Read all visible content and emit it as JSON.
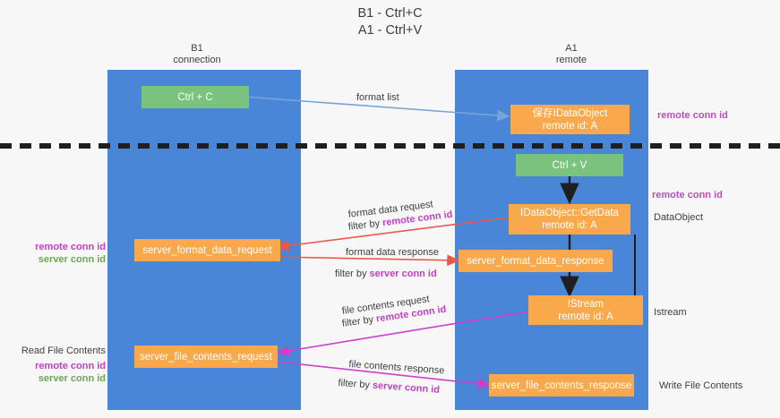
{
  "title": "B1 - Ctrl+C\nA1 - Ctrl+V",
  "colors": {
    "lane": "#4a86d8",
    "green_box": "#79c37f",
    "orange_box": "#f9a94b",
    "magenta": "#c13fc1",
    "green_text": "#6aa84f",
    "red_arrow": "#e8594a",
    "blue_arrow": "#76a5d8",
    "magenta_arrow": "#cc3fcc",
    "dashed_divider": "#1f1f1f",
    "background": "#f7f7f7"
  },
  "columns": {
    "left": {
      "header": "B1\nconnection"
    },
    "right": {
      "header": "A1\nremote"
    }
  },
  "boxes": {
    "ctrl_c": "Ctrl + C",
    "ctrl_v": "Ctrl + V",
    "save_dataobject": "保存IDataObject\nremote id: A",
    "idataobject_getdata": "IDataObject::GetData\nremote id: A",
    "istream": "IStream\nremote id: A",
    "server_format_data_request": "server_format_data_request",
    "server_format_data_response": "server_format_data_response",
    "server_file_contents_request": "server_file_contents_request",
    "server_file_contents_response": "server_file_contents_response"
  },
  "edge_labels": {
    "format_list": "format list",
    "format_data_request": "format data request",
    "format_data_request_filter_prefix": "filter by ",
    "format_data_request_filter_key": "remote conn id",
    "format_data_response": "format data response",
    "format_data_response_filter_prefix": "filter by ",
    "format_data_response_filter_key": "server conn id",
    "file_contents_request": "file contents request",
    "file_contents_request_filter_prefix": "filter by ",
    "file_contents_request_filter_key": "remote conn id",
    "file_contents_response": "file contents response",
    "file_contents_response_filter_prefix": "filter by ",
    "file_contents_response_filter_key": "server conn id"
  },
  "side_labels": {
    "left_mid_remote": "remote conn id",
    "left_mid_server": "server conn id",
    "read_file_contents": "Read File Contents",
    "left_bottom_remote": "remote conn id",
    "left_bottom_server": "server conn id",
    "right_top_remote": "remote conn id",
    "right_mid_remote": "remote conn id",
    "right_dataobject": "DataObject",
    "right_istream": "Istream",
    "right_write_file_contents": "Write File Contents"
  }
}
